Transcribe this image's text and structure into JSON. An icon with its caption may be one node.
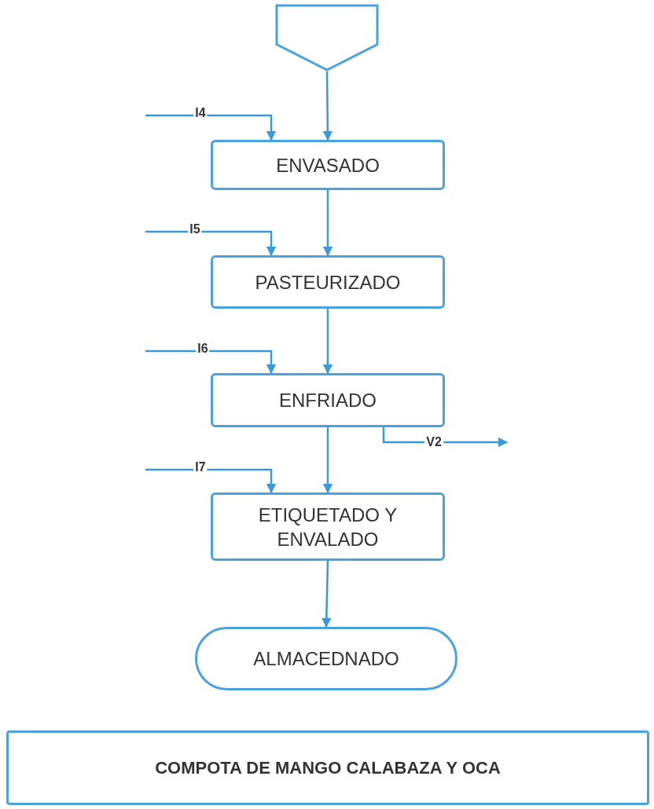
{
  "diagram": {
    "nodes": [
      {
        "text": [],
        "shape": "pentagon"
      },
      {
        "text": [
          "ENVASADO"
        ]
      },
      {
        "text": [
          "PASTEURIZADO"
        ]
      },
      {
        "text": [
          "ENFRIADO"
        ]
      },
      {
        "text": [
          "ETIQUETADO Y ENVALADO"
        ]
      },
      {
        "text": [
          "ALMACEDNADO"
        ]
      },
      {
        "text": [
          "COMPOTA DE MANGO CALABAZA Y OCA"
        ]
      }
    ],
    "edges": [
      {
        "from": 0,
        "to": 1,
        "arrow": "to"
      },
      {
        "from": null,
        "to": 1,
        "arrow": "to",
        "label": "I4"
      },
      {
        "from": 1,
        "to": 2,
        "arrow": "to"
      },
      {
        "from": null,
        "to": 2,
        "arrow": "to",
        "label": "I5"
      },
      {
        "from": 2,
        "to": 3,
        "arrow": "to"
      },
      {
        "from": null,
        "to": 3,
        "arrow": "to",
        "label": "I6"
      },
      {
        "from": 3,
        "to": null,
        "arrow": "to",
        "label": "V2"
      },
      {
        "from": 3,
        "to": 4,
        "arrow": "to"
      },
      {
        "from": null,
        "to": 4,
        "arrow": "to",
        "label": "I7"
      },
      {
        "from": 4,
        "to": 5,
        "arrow": "to"
      }
    ]
  }
}
